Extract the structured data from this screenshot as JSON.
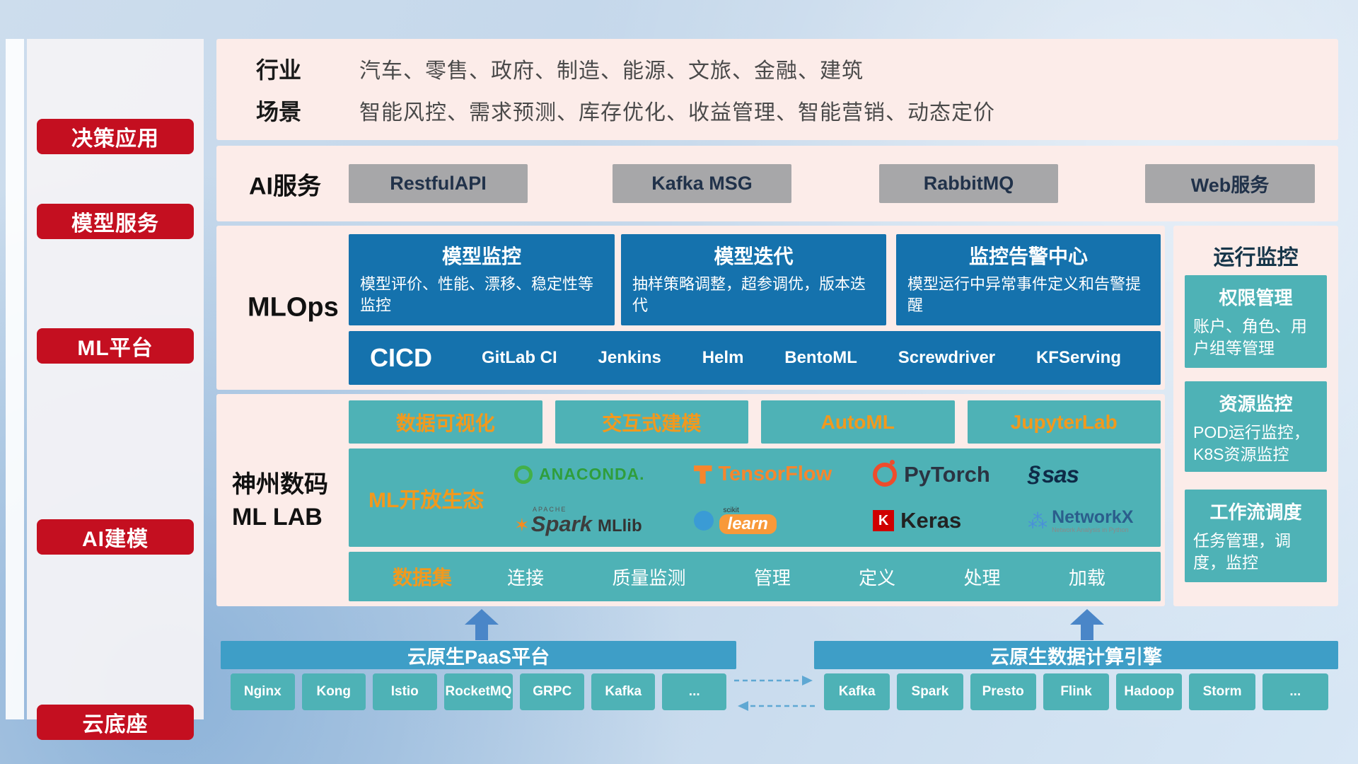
{
  "colors": {
    "accent_red": "#c40f20",
    "panel_pink": "#fcece9",
    "deep_blue": "#1572ad",
    "teal": "#4eb2b6",
    "orange": "#f2991d",
    "bar_blue": "#3e9ec7"
  },
  "sidebar": {
    "items": [
      {
        "label": "决策应用"
      },
      {
        "label": "模型服务"
      },
      {
        "label": "ML平台"
      },
      {
        "label": "AI建模"
      },
      {
        "label": "云底座"
      }
    ]
  },
  "industry": {
    "row1_label": "行业",
    "row1_text": "汽车、零售、政府、制造、能源、文旅、金融、建筑",
    "row2_label": "场景",
    "row2_text": "智能风控、需求预测、库存优化、收益管理、智能营销、动态定价"
  },
  "ai_service": {
    "label": "AI服务",
    "buttons": [
      {
        "label": "RestfulAPI"
      },
      {
        "label": "Kafka MSG"
      },
      {
        "label": "RabbitMQ"
      },
      {
        "label": "Web服务"
      }
    ]
  },
  "mlops": {
    "label": "MLOps",
    "cards": [
      {
        "title": "模型监控",
        "desc": "模型评价、性能、漂移、稳定性等监控"
      },
      {
        "title": "模型迭代",
        "desc": "抽样策略调整，超参调优，版本迭代"
      },
      {
        "title": "监控告警中心",
        "desc": "模型运行中异常事件定义和告警提醒"
      }
    ],
    "cicd": {
      "label": "CICD",
      "items": [
        {
          "label": "GitLab CI"
        },
        {
          "label": "Jenkins"
        },
        {
          "label": "Helm"
        },
        {
          "label": "BentoML"
        },
        {
          "label": "Screwdriver"
        },
        {
          "label": "KFServing"
        }
      ]
    }
  },
  "mllab": {
    "label_line1": "神州数码",
    "label_line2": "ML LAB",
    "tabs": [
      {
        "label": "数据可视化"
      },
      {
        "label": "交互式建模"
      },
      {
        "label": "AutoML"
      },
      {
        "label": "JupyterLab"
      }
    ],
    "ecosystem": {
      "label": "ML开放生态",
      "logos": [
        {
          "name": "ANACONDA."
        },
        {
          "name": "TensorFlow"
        },
        {
          "name": "PyTorch"
        },
        {
          "name": "sas"
        },
        {
          "name": "Spark",
          "super": "APACHE",
          "suffix": "MLlib"
        },
        {
          "name": "learn",
          "super": "scikit"
        },
        {
          "name": "Keras"
        },
        {
          "name": "NetworkX",
          "sub": "Network Analysis in Python"
        }
      ]
    },
    "dataset": {
      "label": "数据集",
      "items": [
        {
          "label": "连接"
        },
        {
          "label": "质量监测"
        },
        {
          "label": "管理"
        },
        {
          "label": "定义"
        },
        {
          "label": "处理"
        },
        {
          "label": "加载"
        }
      ]
    }
  },
  "monitoring": {
    "title": "运行监控",
    "cards": [
      {
        "title": "权限管理",
        "desc": "账户、角色、用户组等管理"
      },
      {
        "title": "资源监控",
        "desc": "POD运行监控，K8S资源监控"
      },
      {
        "title": "工作流调度",
        "desc": "任务管理，调度，监控"
      }
    ]
  },
  "bottom": {
    "paas": {
      "title": "云原生PaaS平台",
      "items": [
        {
          "label": "Nginx"
        },
        {
          "label": "Kong"
        },
        {
          "label": "Istio"
        },
        {
          "label": "RocketMQ"
        },
        {
          "label": "GRPC"
        },
        {
          "label": "Kafka"
        },
        {
          "label": "..."
        }
      ]
    },
    "engine": {
      "title": "云原生数据计算引擎",
      "items": [
        {
          "label": "Kafka"
        },
        {
          "label": "Spark"
        },
        {
          "label": "Presto"
        },
        {
          "label": "Flink"
        },
        {
          "label": "Hadoop"
        },
        {
          "label": "Storm"
        },
        {
          "label": "..."
        }
      ]
    }
  }
}
